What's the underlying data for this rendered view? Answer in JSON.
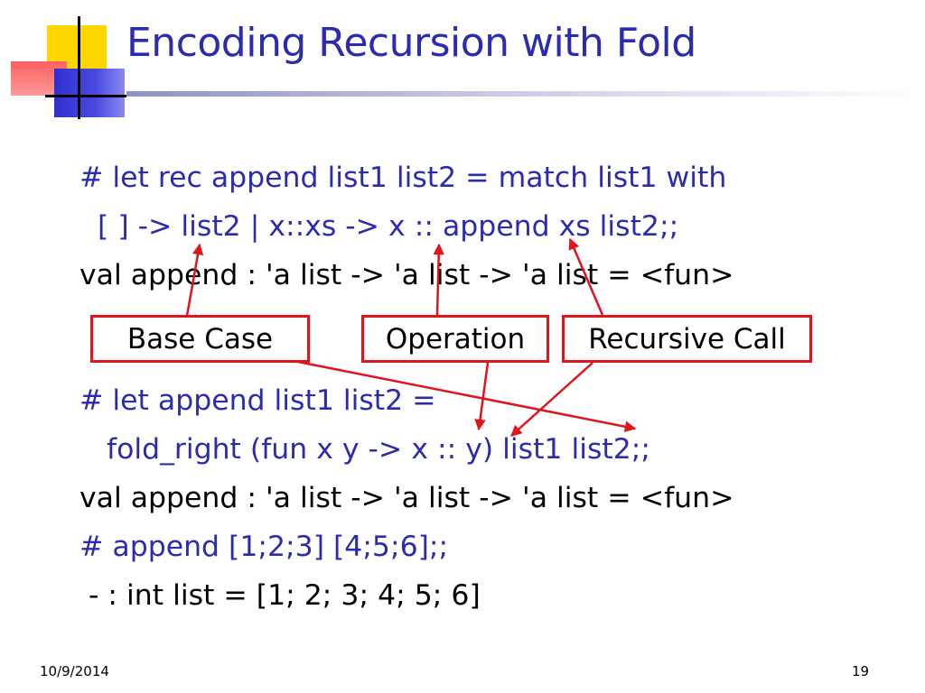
{
  "title": "Encoding Recursion with Fold",
  "code": {
    "rec_line1": "# let rec append list1 list2 = match list1 with",
    "rec_line2": "  [ ] -> list2 | x::xs -> x :: append xs list2;;",
    "rec_result": "val append : 'a list -> 'a list -> 'a list = <fun>",
    "fold_line1": "# let append list1 list2 =",
    "fold_line2": "   fold_right (fun x y -> x :: y) list1 list2;;",
    "fold_result": "val append : 'a list -> 'a list -> 'a list = <fun>",
    "call_line": "# append [1;2;3] [4;5;6];;",
    "call_result": " - : int list = [1; 2; 3; 4; 5; 6]"
  },
  "labels": {
    "base_case": "Base Case",
    "operation": "Operation",
    "recursive_call": "Recursive Call"
  },
  "footer": {
    "date": "10/9/2014",
    "page": "19"
  },
  "colors": {
    "title": "#2b2bb0",
    "input_code": "#2b2bb0",
    "output_code": "#000000",
    "annotation": "#e0141c"
  }
}
